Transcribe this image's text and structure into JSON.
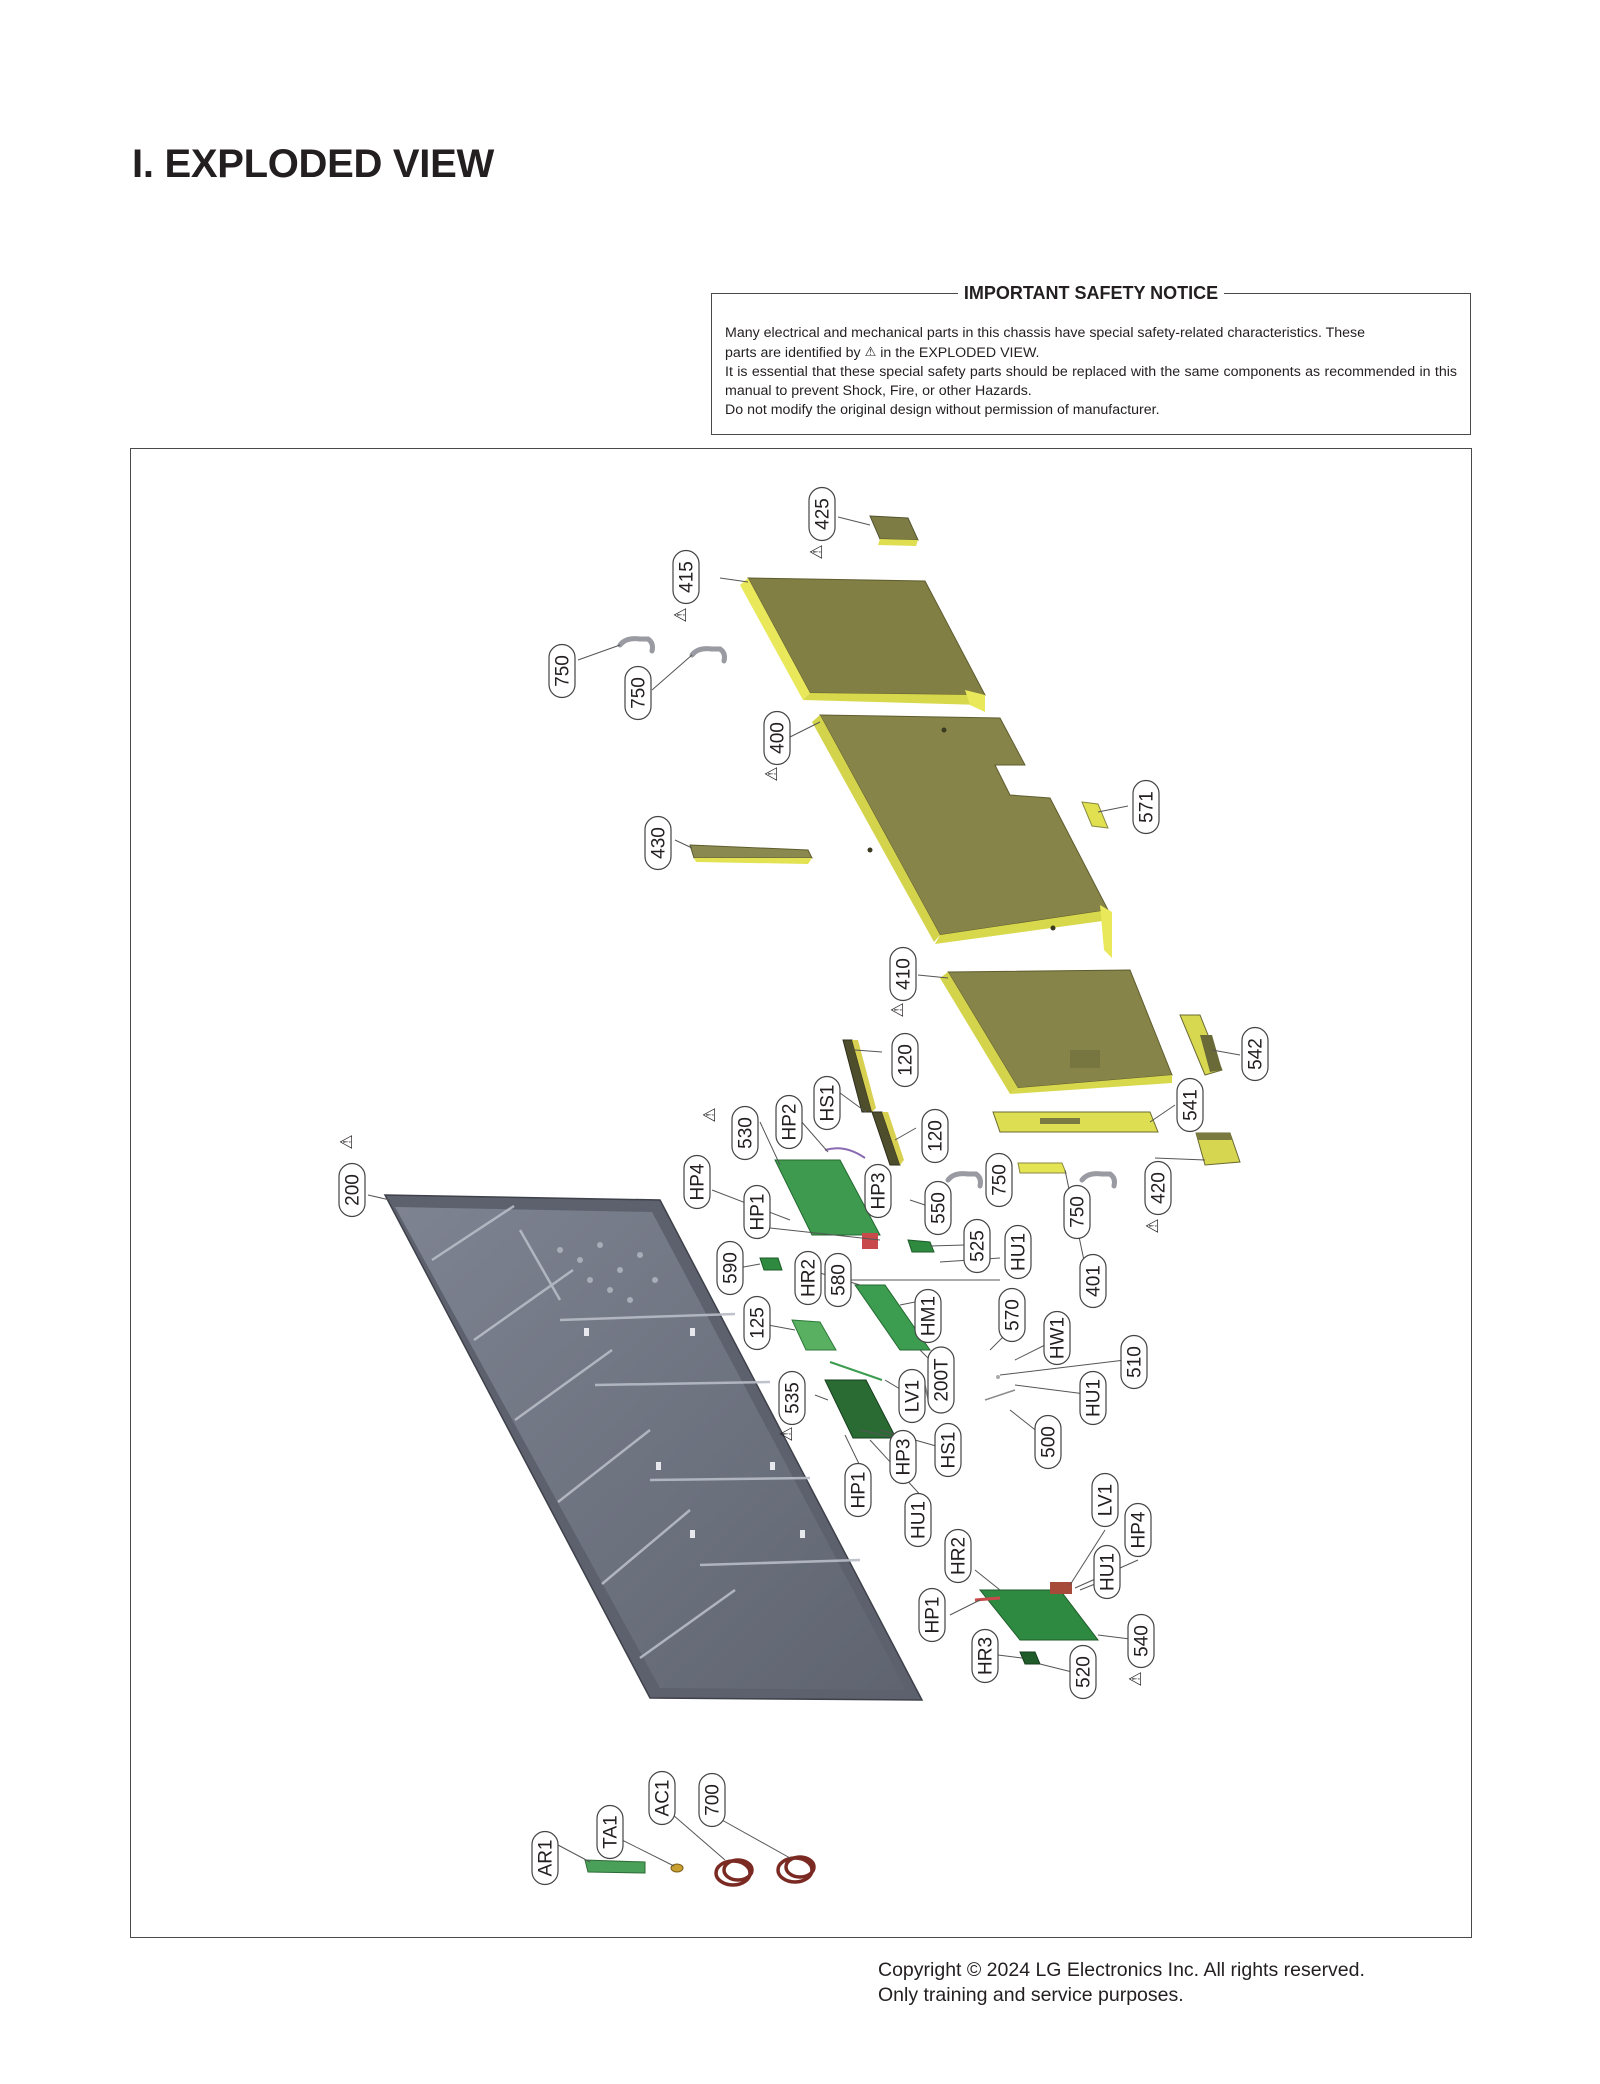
{
  "page_title": "I. EXPLODED VIEW",
  "safety_notice": {
    "title": "IMPORTANT SAFETY NOTICE",
    "line1": "Many electrical and mechanical parts in this chassis have special safety-related characteristics. These",
    "line2_before": "parts are identified by",
    "line2_after": "in the EXPLODED VIEW.",
    "line3": "It is essential that these special safety parts should be replaced with the same components as recommended in this manual to prevent Shock, Fire, or other Hazards.",
    "line4": "Do not modify the original design without permission of manufacturer."
  },
  "callouts": [
    {
      "label": "425",
      "safety": true
    },
    {
      "label": "415",
      "safety": true
    },
    {
      "label": "750",
      "safety": false
    },
    {
      "label": "750",
      "safety": false
    },
    {
      "label": "400",
      "safety": true
    },
    {
      "label": "571",
      "safety": false
    },
    {
      "label": "430",
      "safety": false
    },
    {
      "label": "410",
      "safety": true
    },
    {
      "label": "542",
      "safety": false
    },
    {
      "label": "120",
      "safety": false
    },
    {
      "label": "HS1",
      "safety": false
    },
    {
      "label": "120",
      "safety": false
    },
    {
      "label": "541",
      "safety": false
    },
    {
      "label": "530",
      "safety": true
    },
    {
      "label": "HP2",
      "safety": false
    },
    {
      "label": "420",
      "safety": true
    },
    {
      "label": "HP4",
      "safety": false
    },
    {
      "label": "HP3",
      "safety": false
    },
    {
      "label": "550",
      "safety": false
    },
    {
      "label": "750",
      "safety": false
    },
    {
      "label": "750",
      "safety": false
    },
    {
      "label": "200",
      "safety": true
    },
    {
      "label": "HP1",
      "safety": false
    },
    {
      "label": "525",
      "safety": false
    },
    {
      "label": "HU1",
      "safety": false
    },
    {
      "label": "401",
      "safety": false
    },
    {
      "label": "590",
      "safety": false
    },
    {
      "label": "HR2",
      "safety": false
    },
    {
      "label": "580",
      "safety": false
    },
    {
      "label": "125",
      "safety": false
    },
    {
      "label": "HM1",
      "safety": false
    },
    {
      "label": "570",
      "safety": false
    },
    {
      "label": "HW1",
      "safety": false
    },
    {
      "label": "510",
      "safety": false
    },
    {
      "label": "200T",
      "safety": false
    },
    {
      "label": "535",
      "safety": true
    },
    {
      "label": "LV1",
      "safety": false
    },
    {
      "label": "HU1",
      "safety": false
    },
    {
      "label": "500",
      "safety": false
    },
    {
      "label": "HS1",
      "safety": false
    },
    {
      "label": "HP3",
      "safety": false
    },
    {
      "label": "HP1",
      "safety": false
    },
    {
      "label": "HU1",
      "safety": false
    },
    {
      "label": "LV1",
      "safety": false
    },
    {
      "label": "HP4",
      "safety": false
    },
    {
      "label": "HR2",
      "safety": false
    },
    {
      "label": "HU1",
      "safety": false
    },
    {
      "label": "HP1",
      "safety": false
    },
    {
      "label": "540",
      "safety": true
    },
    {
      "label": "HR3",
      "safety": false
    },
    {
      "label": "520",
      "safety": false
    },
    {
      "label": "AR1",
      "safety": false
    },
    {
      "label": "TA1",
      "safety": false
    },
    {
      "label": "AC1",
      "safety": false
    },
    {
      "label": "700",
      "safety": false
    }
  ],
  "footer": {
    "copyright": "Copyright © 2024 LG Electronics Inc. All rights reserved.",
    "purpose": "Only training and service purposes."
  }
}
